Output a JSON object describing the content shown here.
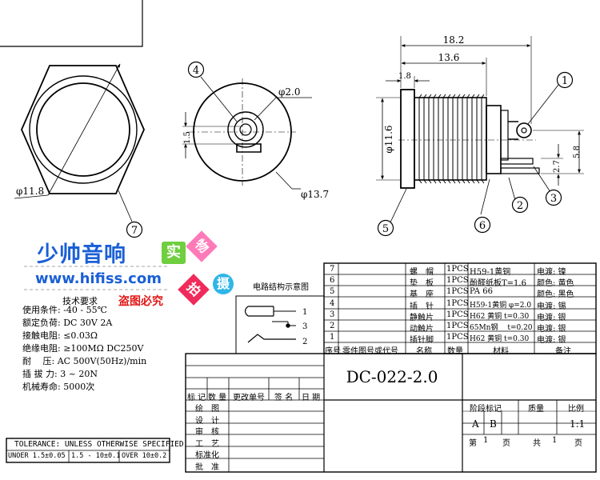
{
  "drawing": {
    "part_number": "DC-022-2.0",
    "scale": "1:1",
    "stage_marks": [
      "A",
      "B"
    ],
    "page": {
      "sheet_label": "第",
      "sheet_no": "1",
      "sheet_unit": "页",
      "total_label": "共",
      "total_no": "1",
      "total_unit": "页"
    },
    "title_headers": {
      "stage": "阶段标记",
      "mass": "质量",
      "ratio": "比例"
    }
  },
  "dimensions": {
    "overall_length": "18.2",
    "body_length": "13.6",
    "flange_thickness": "1.8",
    "body_diameter": "φ11.6",
    "pin_hole": "φ2.0",
    "front_circle": "φ13.7",
    "hex_inner": "φ11.8",
    "pin_offset": "1.5",
    "terminal_spacing": "2.7",
    "terminal_height": "5.8"
  },
  "balloons": [
    "1",
    "2",
    "3",
    "4",
    "5",
    "6",
    "7"
  ],
  "watermark": {
    "brand": "少帅音响",
    "site": "www.hifiss.com",
    "warning": "盗图必究",
    "chips": [
      {
        "text": "实",
        "color": "#6fcf3f"
      },
      {
        "text": "物",
        "color": "#ff7ab8"
      },
      {
        "text": "拍",
        "color": "#f02b5c"
      },
      {
        "text": "摄",
        "color": "#2fb6e8"
      }
    ],
    "brand_color": "#1a5fd6",
    "warning_color": "#e01818"
  },
  "specs": {
    "title": "技术要求",
    "lines": [
      "使用条件: -40 - 55℃",
      "额定负荷: DC 30V 2A",
      "接触电阻: ≤0.03Ω",
      "绝缘电阻: ≥100MΩ DC250V",
      "耐　 压: AC 500V(50Hz)/min",
      "插 拔 力: 3 ~ 20N",
      "机械寿命: 5000次"
    ]
  },
  "circuit": {
    "title": "电路结构示意图",
    "pins": [
      "1",
      "3",
      "2"
    ]
  },
  "bom": {
    "headers": [
      "序号",
      "零件图号或代号",
      "名称",
      "数量",
      "材料",
      "备注"
    ],
    "rows": [
      {
        "no": "7",
        "name": "螺　帽",
        "qty": "1PCS",
        "material": "H59-1黄铜",
        "note": "电渡: 镍"
      },
      {
        "no": "6",
        "name": "垫　板",
        "qty": "1PCS",
        "material": "酚醛纸板T=1.6",
        "note": "颜色: 黄色"
      },
      {
        "no": "5",
        "name": "基　座",
        "qty": "1PCS",
        "material": "PA 66",
        "note": "颜色: 黑色"
      },
      {
        "no": "4",
        "name": "插　针",
        "qty": "1PCS",
        "material": "H59-1黄铜 φ=2.0",
        "note": "电渡: 锡"
      },
      {
        "no": "3",
        "name": "静触片",
        "qty": "1PCS",
        "material": "H62 黄铜 t=0.30",
        "note": "电渡: 银"
      },
      {
        "no": "2",
        "name": "动触片",
        "qty": "1PCS",
        "material": "65Mn钢 　t=0.20",
        "note": "电渡: 银"
      },
      {
        "no": "1",
        "name": "插针脚",
        "qty": "1PCS",
        "material": "H62 黄铜 t=0.30",
        "note": "电渡: 银"
      }
    ]
  },
  "revision": {
    "headers": [
      "标 记",
      "数 量",
      "更改单号",
      "签 名",
      "日 期"
    ],
    "roles": [
      "绘　图",
      "设　计",
      "审　核",
      "工　艺",
      "标准化",
      "批　准"
    ]
  },
  "tolerance": {
    "title": "TOLERANCE: UNLESS OTHERWISE SPECIFIED",
    "cells": [
      "UNOER 1.5±0.05",
      "1.5 - 10±0.1",
      "OVER 10±0.2"
    ]
  }
}
